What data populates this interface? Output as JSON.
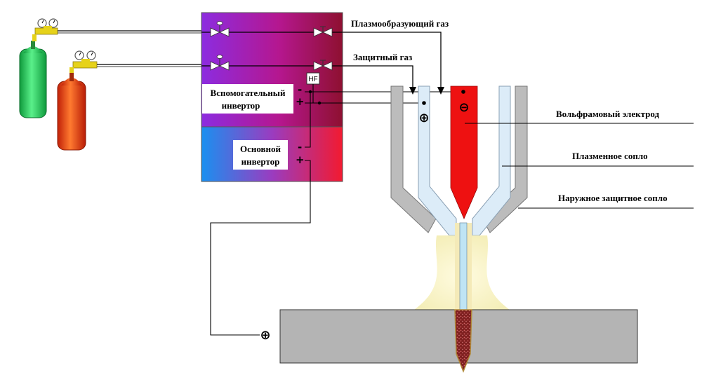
{
  "labels": {
    "plasma_gas": "Плазмообразующий газ",
    "shield_gas": "Защитный газ",
    "tungsten_electrode": "Вольфрамовый электрод",
    "plasma_nozzle": "Плазменное сопло",
    "outer_nozzle": "Наружное защитное сопло"
  },
  "boxes": {
    "aux_inverter_line1": "Вспомогательный",
    "aux_inverter_line2": "инвертор",
    "main_inverter_line1": "Основной",
    "main_inverter_line2": "инвертор",
    "hf": "HF"
  },
  "signs": {
    "minus": "-",
    "plus": "+",
    "plus_circle": "⊕",
    "minus_circle": "⊖"
  },
  "colors": {
    "green_cylinder": "#1fc45a",
    "red_cylinder": "#e0380a",
    "regulator": "#e8d21a",
    "aux_box_left": "#8a2be2",
    "aux_box_right": "#a01030",
    "main_box_left": "#1e8ff0",
    "main_box_right": "#f01830",
    "electrode": "#ee1111",
    "plasma_nozzle": "#dcecf8",
    "outer_nozzle": "#b8b8b8",
    "workpiece": "#b4b4b4",
    "arc_glow": "#f7f1c0",
    "weld_pool": "#8b2a2a"
  }
}
